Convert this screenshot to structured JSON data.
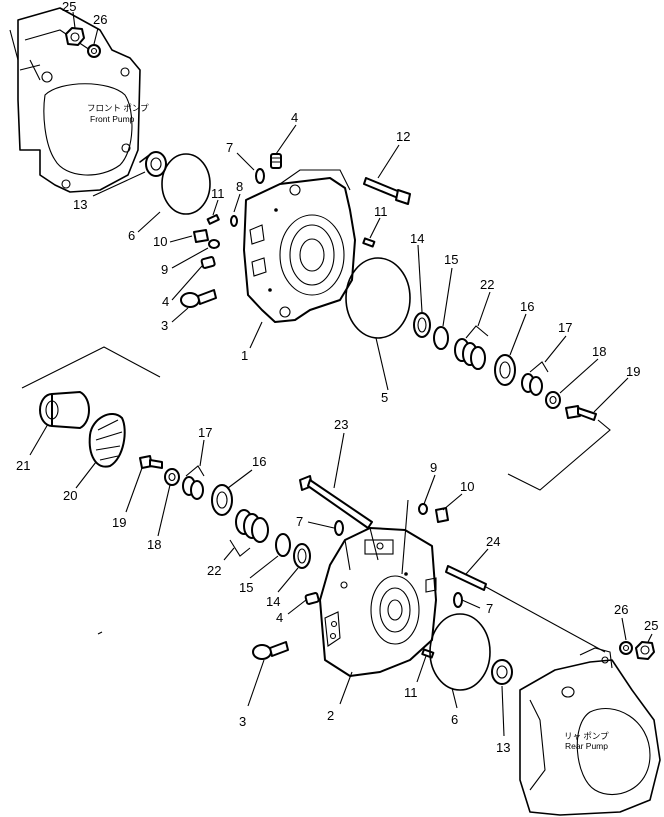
{
  "top_group": {
    "pump_label_jp": "フロント ポンプ",
    "pump_label_en": "Front Pump",
    "callouts": [
      "25",
      "26",
      "4",
      "7",
      "12",
      "8",
      "11",
      "11",
      "13",
      "6",
      "10",
      "9",
      "4",
      "3",
      "1",
      "14",
      "15",
      "22",
      "16",
      "17",
      "18",
      "19",
      "5"
    ]
  },
  "bottom_group": {
    "pump_label_jp": "リャ ポンプ",
    "pump_label_en": "Rear Pump",
    "callouts": [
      "21",
      "20",
      "17",
      "16",
      "19",
      "18",
      "22",
      "15",
      "14",
      "23",
      "9",
      "10",
      "7",
      "24",
      "7",
      "4",
      "3",
      "2",
      "11",
      "6",
      "13",
      "26",
      "25"
    ]
  }
}
